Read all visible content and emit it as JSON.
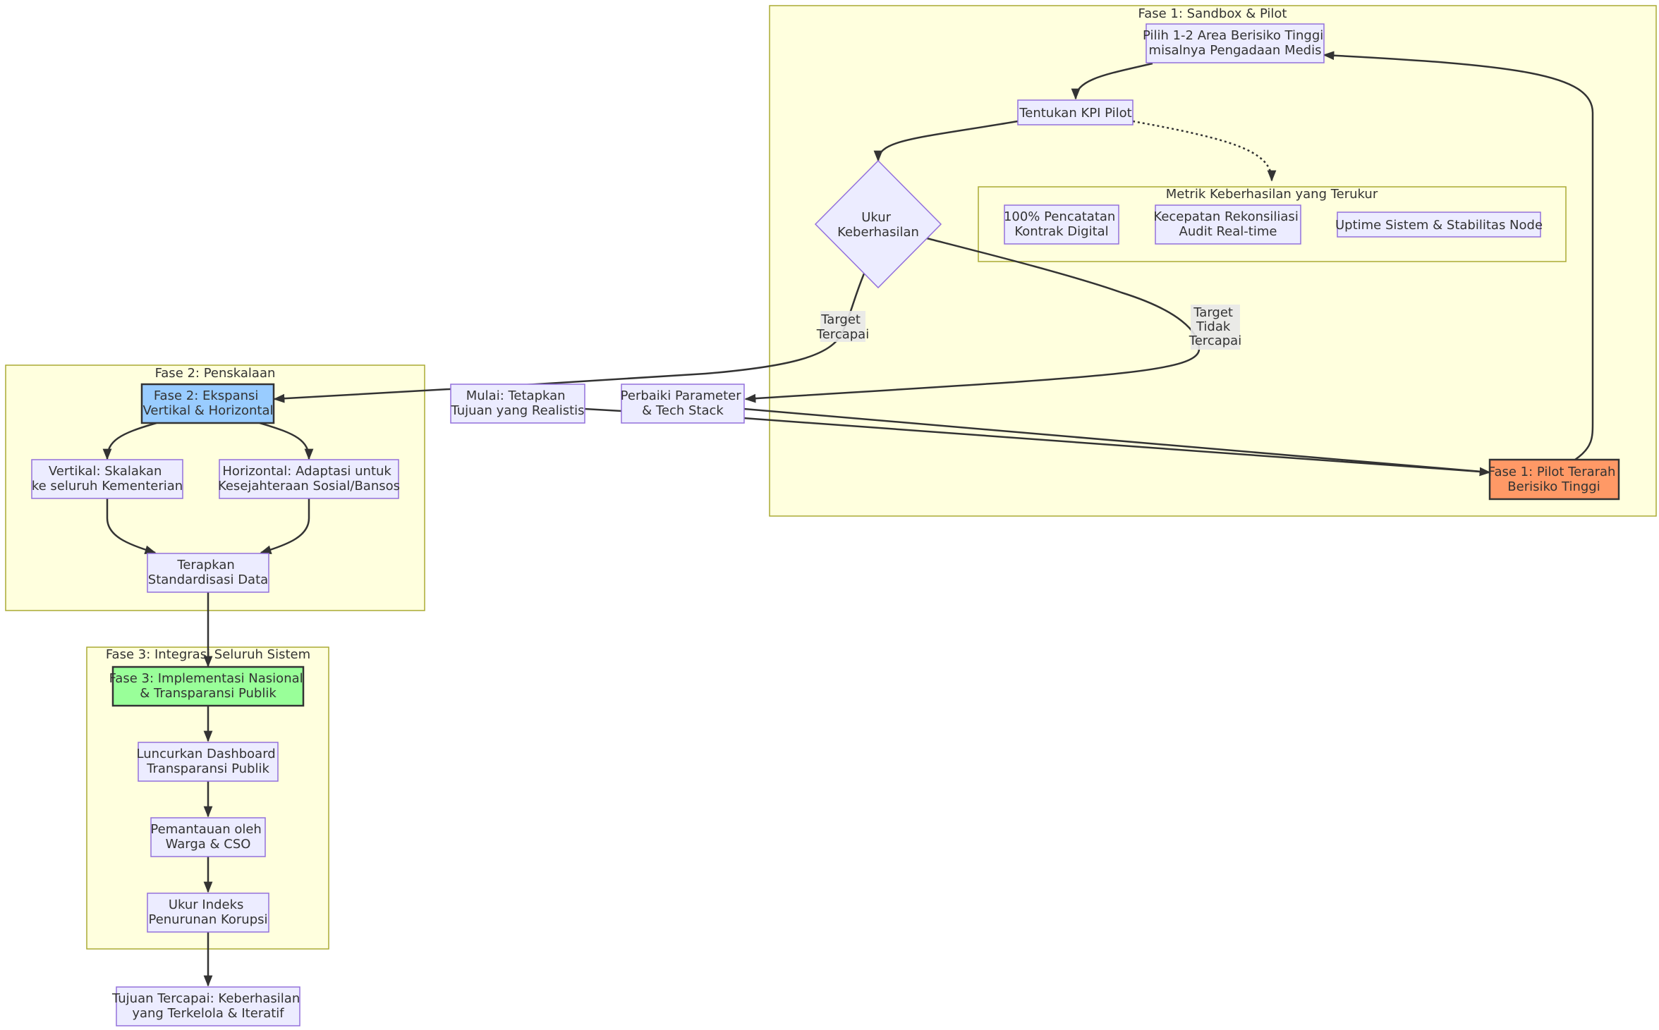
{
  "colors": {
    "cluster_fill": "#ffffde",
    "cluster_stroke": "#aaaa33",
    "node_fill": "#ececff",
    "node_stroke": "#9370db",
    "edge": "#333333",
    "phase1_fill": "#ff9966",
    "phase2_fill": "#99ccff",
    "phase3_fill": "#99ff99"
  },
  "clusters": {
    "phase1": "Fase 1: Sandbox & Pilot",
    "metrics": "Metrik Keberhasilan yang Terukur",
    "phase2": "Fase 2: Penskalaan",
    "phase3": "Fase 3: Integrasi Seluruh Sistem"
  },
  "nodes": {
    "start": [
      "Mulai: Tetapkan",
      "Tujuan yang Realistis"
    ],
    "fix": [
      "Perbaiki Parameter",
      "& Tech Stack"
    ],
    "phase1": [
      "Fase 1: Pilot Terarah",
      "Berisiko Tinggi"
    ],
    "choose": [
      "Pilih 1-2 Area Berisiko Tinggi",
      "misalnya Pengadaan Medis"
    ],
    "kpi": [
      "Tentukan KPI Pilot"
    ],
    "measure": [
      "Ukur",
      "Keberhasilan"
    ],
    "m1": [
      "100% Pencatatan",
      "Kontrak Digital"
    ],
    "m2": [
      "Kecepatan Rekonsiliasi",
      "Audit Real-time"
    ],
    "m3": [
      "Uptime Sistem & Stabilitas Node"
    ],
    "phase2": [
      "Fase 2: Ekspansi",
      "Vertikal & Horizontal"
    ],
    "vert": [
      "Vertikal: Skalakan",
      "ke seluruh Kementerian"
    ],
    "horz": [
      "Horizontal: Adaptasi untuk",
      "Kesejahteraan Sosial/Bansos"
    ],
    "std": [
      "Terapkan",
      "Standardisasi Data"
    ],
    "phase3": [
      "Fase 3: Implementasi Nasional",
      "& Transparansi Publik"
    ],
    "dash": [
      "Luncurkan Dashboard",
      "Transparansi Publik"
    ],
    "cso": [
      "Pemantauan oleh",
      "Warga & CSO"
    ],
    "index": [
      "Ukur Indeks",
      "Penurunan Korupsi"
    ],
    "goal": [
      "Tujuan Tercapai: Keberhasilan",
      "yang Terkelola & Iteratif"
    ]
  },
  "edge_labels": {
    "achieved": [
      "Target",
      "Tercapai"
    ],
    "not_achieved": [
      "Target",
      "Tidak",
      "Tercapai"
    ]
  }
}
